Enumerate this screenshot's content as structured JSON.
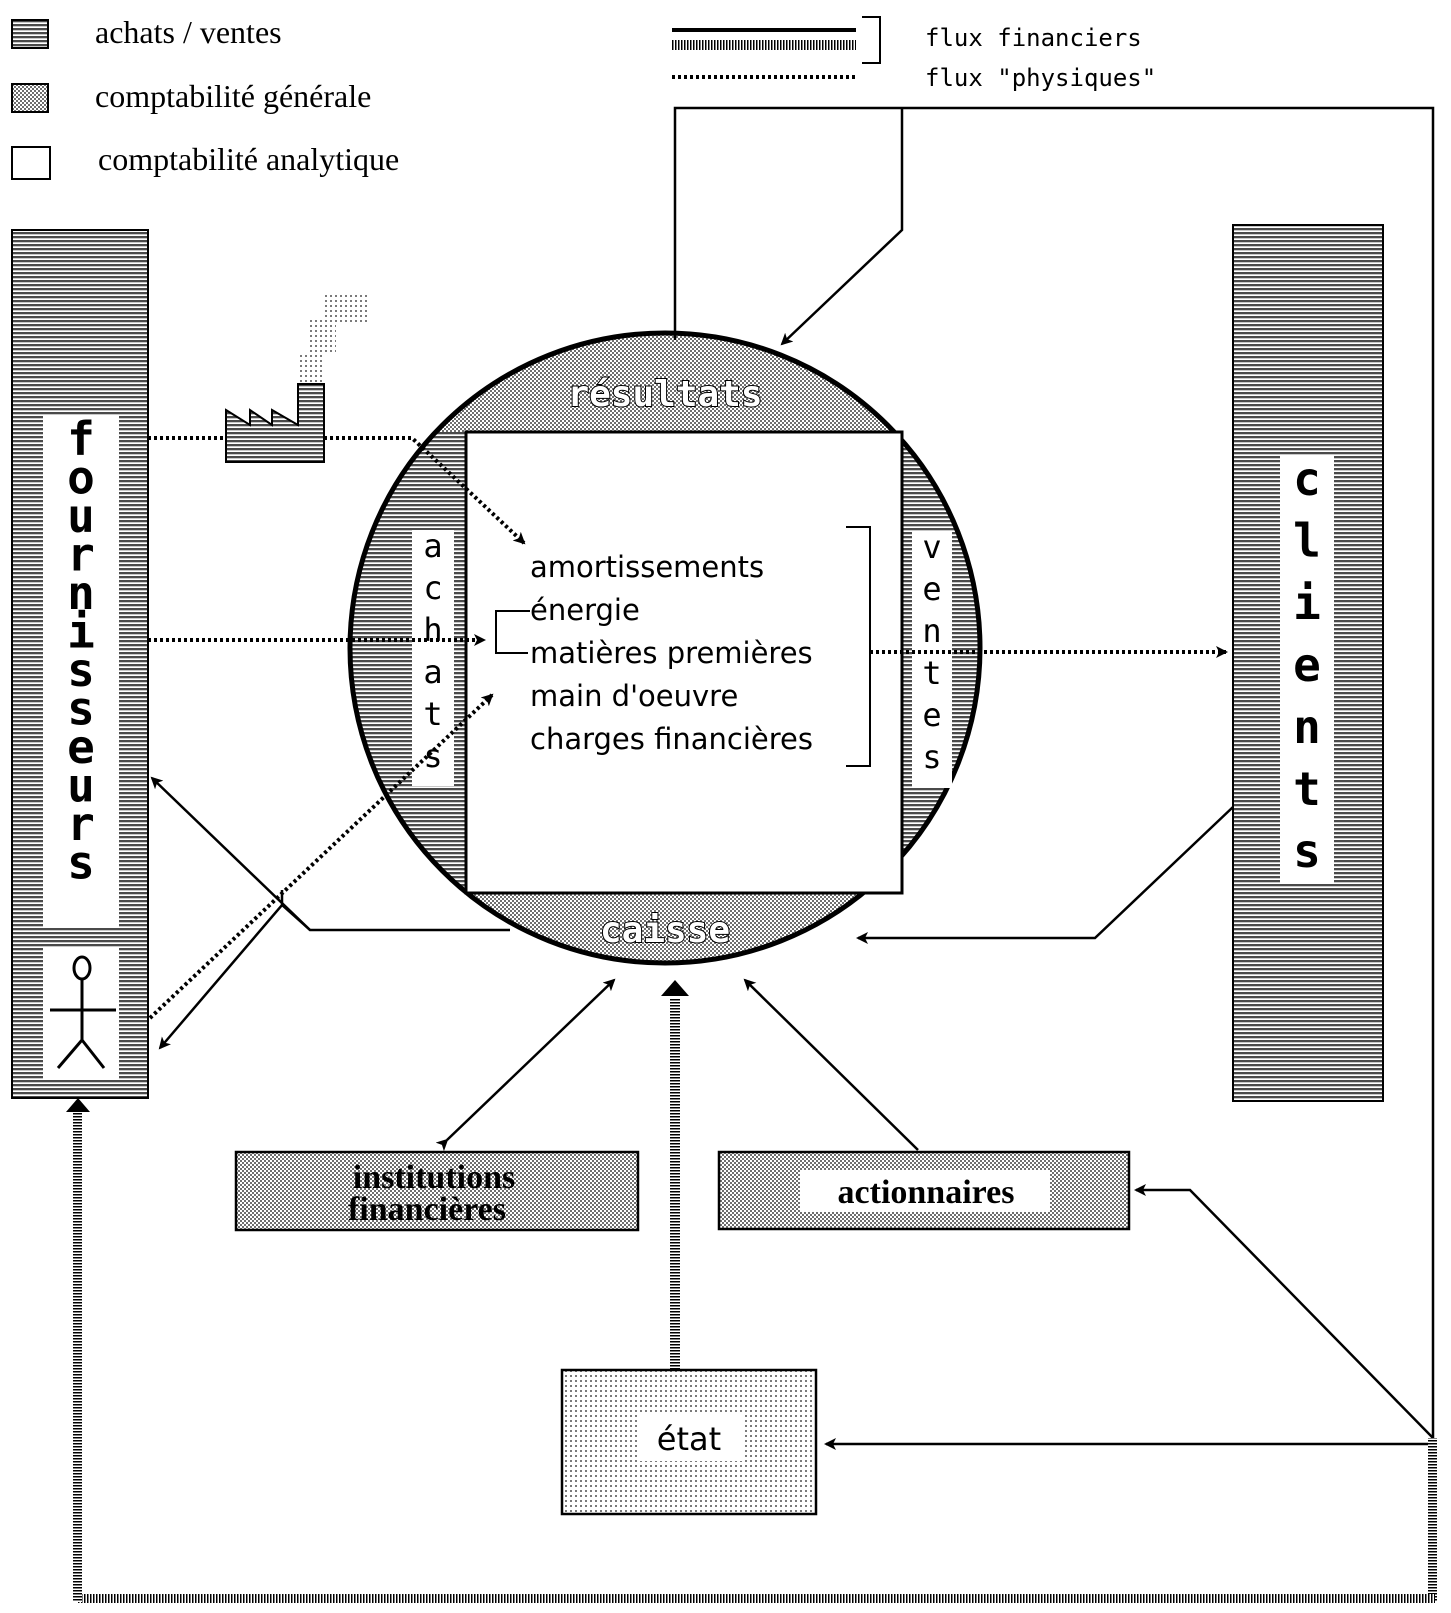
{
  "legend": {
    "achats_ventes": "achats / ventes",
    "comptabilite_generale": "comptabilité générale",
    "comptabilite_analytique": "comptabilité analytique",
    "flux_financiers": "flux financiers",
    "flux_physiques": "flux \"physiques\""
  },
  "fournisseurs": [
    "f",
    "o",
    "u",
    "r",
    "n",
    "i",
    "s",
    "s",
    "e",
    "u",
    "r",
    "s"
  ],
  "clients": [
    "c",
    "l",
    "i",
    "e",
    "n",
    "t",
    "s"
  ],
  "achats": [
    "a",
    "c",
    "h",
    "a",
    "t",
    "s"
  ],
  "ventes": [
    "v",
    "e",
    "n",
    "t",
    "e",
    "s"
  ],
  "resultats": "résultats",
  "caisse": "caisse",
  "charges": [
    "amortissements",
    "énergie",
    "matières premières",
    "main d'oeuvre",
    "charges financières"
  ],
  "institutions": [
    "institutions",
    "financières"
  ],
  "actionnaires": "actionnaires",
  "etat": "état",
  "colors": {
    "hatch": "#5a5a5a",
    "dots": "#9a9a9a",
    "ink": "#000000",
    "paper": "#ffffff"
  }
}
